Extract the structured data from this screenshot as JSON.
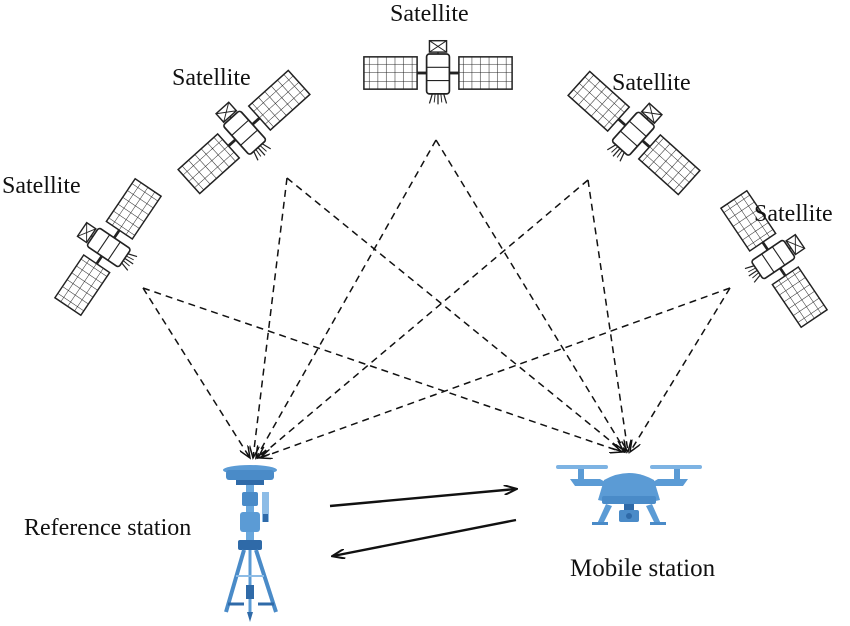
{
  "satellites": [
    {
      "label": "Satellite",
      "icon": "satellite-icon"
    },
    {
      "label": "Satellite",
      "icon": "satellite-icon"
    },
    {
      "label": "Satellite",
      "icon": "satellite-icon"
    },
    {
      "label": "Satellite",
      "icon": "satellite-icon"
    },
    {
      "label": "Satellite",
      "icon": "satellite-icon"
    }
  ],
  "stations": {
    "reference": {
      "label": "Reference station",
      "icon": "gnss-receiver-tripod-icon"
    },
    "mobile": {
      "label": "Mobile station",
      "icon": "drone-icon"
    }
  },
  "colors": {
    "line": "#111111",
    "device": "#5b9bd5",
    "device_light": "#8dbce6",
    "device_dark": "#2f6aa8"
  }
}
